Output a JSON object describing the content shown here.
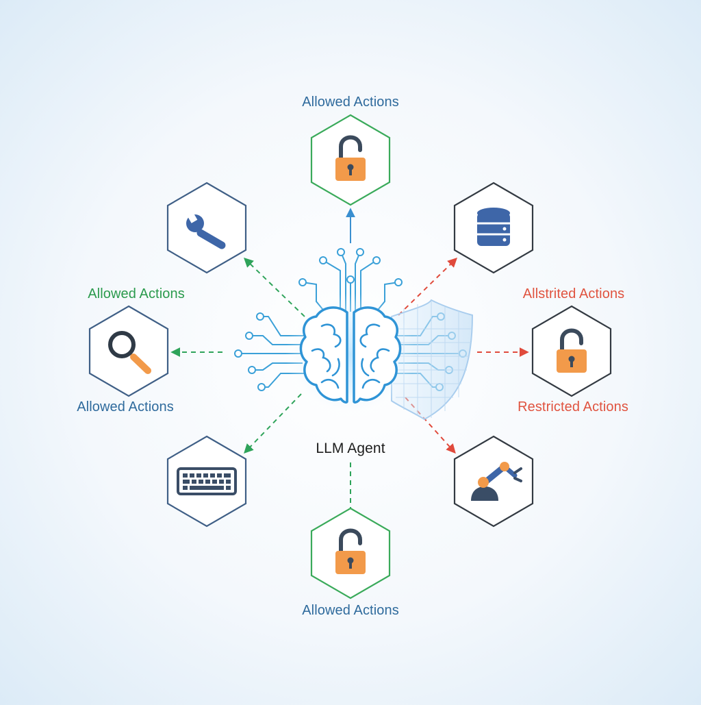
{
  "center": {
    "label": "LLM Agent"
  },
  "labels": {
    "top": "Allowed Actions",
    "left_upper": "Allowed Actions",
    "left_lower": "Allowed Actions",
    "bottom": "Allowed Actions",
    "right_upper": "Allstrited Actions",
    "right_lower": "Restricted Actions"
  },
  "nodes": [
    {
      "id": "top",
      "icon": "unlocked-padlock-icon",
      "border": "#3aaa5a",
      "link": "up"
    },
    {
      "id": "upper-left",
      "icon": "wrench-icon",
      "border": "#3f5f86",
      "link": "allowed"
    },
    {
      "id": "left",
      "icon": "magnifier-icon",
      "border": "#3f5f86",
      "link": "allowed"
    },
    {
      "id": "lower-left",
      "icon": "keyboard-icon",
      "border": "#3f5f86",
      "link": "allowed"
    },
    {
      "id": "bottom",
      "icon": "unlocked-padlock-icon",
      "border": "#3aaa5a",
      "link": "allowed"
    },
    {
      "id": "upper-right",
      "icon": "database-icon",
      "border": "#333a42",
      "link": "restricted"
    },
    {
      "id": "right",
      "icon": "unlocked-padlock-icon",
      "border": "#333a42",
      "link": "restricted"
    },
    {
      "id": "lower-right",
      "icon": "robotic-arm-icon",
      "border": "#333a42",
      "link": "restricted"
    }
  ],
  "colors": {
    "allowed": "#2ea35a",
    "restricted": "#e04a3c",
    "circuit": "#3aa0d8",
    "brain": "#2f94d6",
    "lock_body": "#f29a4a",
    "icon_dark": "#3a4d66"
  }
}
